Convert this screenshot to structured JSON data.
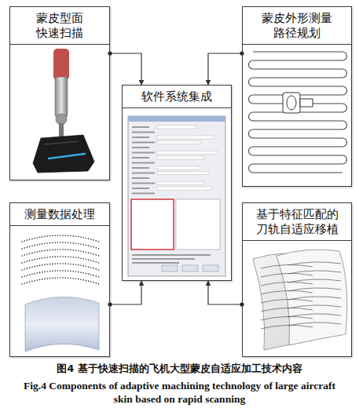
{
  "diagram": {
    "caption": "图4  基于快速扫描的飞机大型蒙皮自适应加工技术内容",
    "nodes": [
      {
        "text": [
          "蒙皮型面 快速扫描"
        ]
      },
      {
        "text": [
          "蒙皮外形测量 路径规划"
        ]
      },
      {
        "text": [
          "软件系统集成"
        ]
      },
      {
        "text": [
          "测量数据处理"
        ]
      },
      {
        "text": [
          "基于特征匹配的 刀轨自适应移植"
        ]
      }
    ],
    "edges": [
      {
        "from": 0,
        "to": 2,
        "arrow": "to"
      },
      {
        "from": 1,
        "to": 2,
        "arrow": "to"
      },
      {
        "from": 3,
        "to": 2,
        "arrow": "to"
      },
      {
        "from": 4,
        "to": 2,
        "arrow": "to"
      }
    ],
    "labels": [
      "Fig.4  Components of adaptive machining technology of large aircraft skin based on rapid scanning"
    ]
  }
}
